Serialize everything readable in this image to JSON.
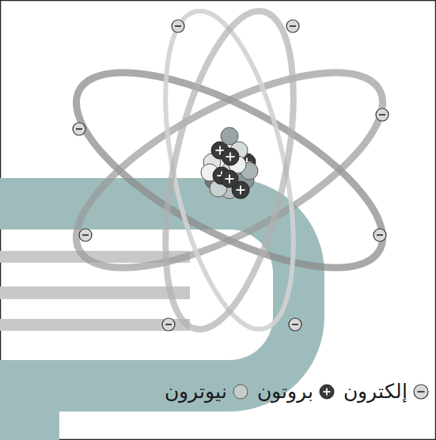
{
  "diagram": {
    "legend": [
      {
        "text": "إلكترون"
      },
      {
        "text": "بروتون"
      },
      {
        "text": "نيوترون"
      }
    ]
  }
}
